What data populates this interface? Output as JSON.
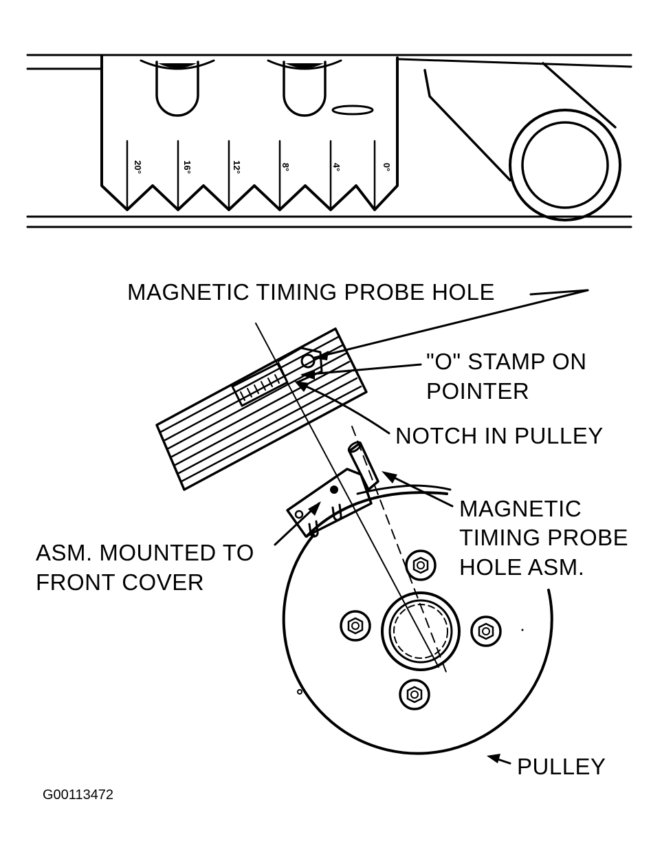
{
  "scale": {
    "degree_marks": [
      "20°",
      "16°",
      "12°",
      "8°",
      "4°",
      "0°"
    ]
  },
  "labels": {
    "probe_hole": "MAGNETIC TIMING PROBE HOLE",
    "o_stamp_line1": "\"O\" STAMP ON",
    "o_stamp_line2": "POINTER",
    "notch": "NOTCH IN PULLEY",
    "probe_asm_line1": "MAGNETIC",
    "probe_asm_line2": "TIMING PROBE",
    "probe_asm_line3": "HOLE ASM.",
    "mounted_line1": "ASM. MOUNTED TO",
    "mounted_line2": "FRONT COVER",
    "pulley": "PULLEY"
  },
  "figure_id": "G00113472",
  "colors": {
    "ink": "#000000",
    "paper": "#ffffff"
  }
}
